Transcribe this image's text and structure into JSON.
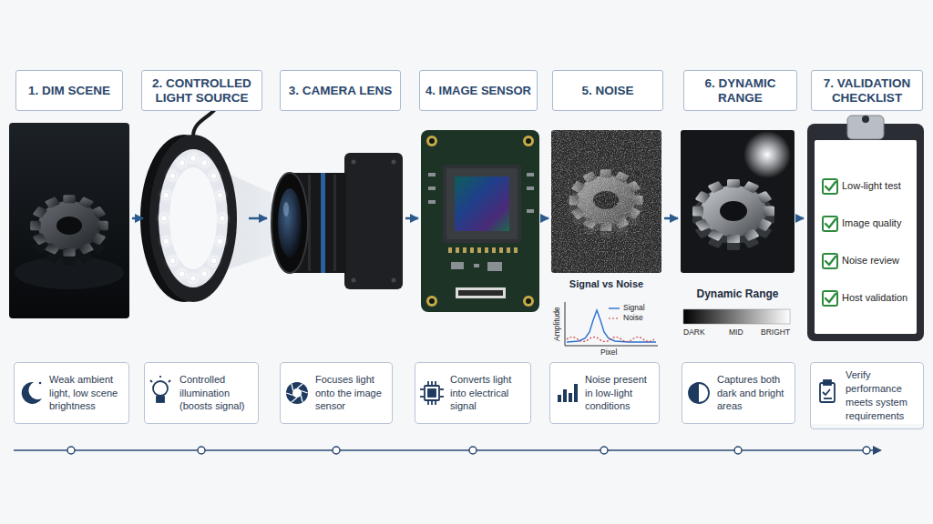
{
  "diagram": {
    "nodes": [
      {
        "text": [
          "1. DIM SCENE"
        ]
      },
      {
        "text": [
          "2. CONTROLLED LIGHT SOURCE"
        ]
      },
      {
        "text": [
          "3. CAMERA LENS"
        ]
      },
      {
        "text": [
          "4. IMAGE SENSOR"
        ]
      },
      {
        "text": [
          "5. NOISE",
          "Signal vs Noise"
        ]
      },
      {
        "text": [
          "6. DYNAMIC RANGE",
          "Dynamic Range"
        ]
      },
      {
        "text": [
          "7. VALIDATION CHECKLIST",
          "Low-light test",
          "Image quality",
          "Noise review",
          "Host validation"
        ]
      },
      {
        "text": [
          "Weak ambient light, low scene brightness"
        ]
      },
      {
        "text": [
          "Controlled illumination (boosts signal)"
        ]
      },
      {
        "text": [
          "Focuses light onto the image sensor"
        ]
      },
      {
        "text": [
          "Converts light into electrical signal"
        ]
      },
      {
        "text": [
          "Noise present in low-light conditions"
        ]
      },
      {
        "text": [
          "Captures both dark and bright areas"
        ]
      },
      {
        "text": [
          "Verify performance meets system requirements"
        ]
      }
    ],
    "edges": [
      {
        "from": 0,
        "to": 1,
        "arrow": "to"
      },
      {
        "from": 1,
        "to": 2,
        "arrow": "to"
      },
      {
        "from": 2,
        "to": 3,
        "arrow": "to"
      },
      {
        "from": 3,
        "to": 4,
        "arrow": "to"
      },
      {
        "from": 4,
        "to": 5,
        "arrow": "to"
      },
      {
        "from": 5,
        "to": 6,
        "arrow": "to"
      }
    ],
    "labels": [
      "Amplitude",
      "Pixel",
      "DARK",
      "MID",
      "BRIGHT"
    ],
    "legend": [
      {
        "text": "Signal"
      },
      {
        "text": "Noise"
      }
    ]
  }
}
